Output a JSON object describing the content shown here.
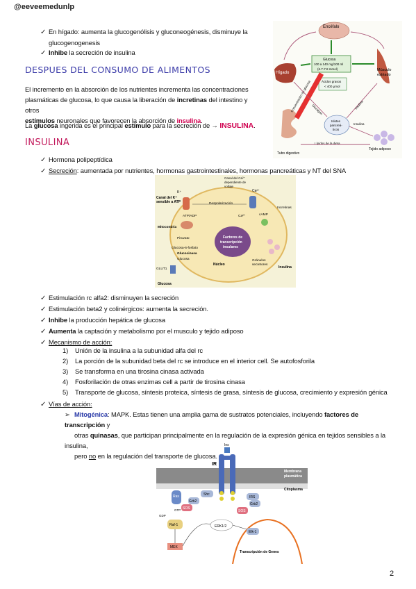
{
  "handle": "@eeveemedunlp",
  "page_number": "2",
  "top_bullets": [
    {
      "line1": "En hígado: aumenta la glucogenólisis y gluconeogénesis, disminuye la",
      "line2": "glucogenogenesis"
    },
    {
      "bold": "Inhibe",
      "rest": " la secreción de insulina"
    }
  ],
  "section1": {
    "title": "DESPUES DEL CONSUMO DE ALIMENTOS",
    "p1_l1": "El incremento en la absorción de los nutrientes incrementa las concentraciones",
    "p1_l2a": "plasmáticas de glucosa, lo que causa la liberación de ",
    "p1_l2b": "incretinas",
    "p1_l2c": " del intestino y otros",
    "p1_l3a": "estímulos",
    "p1_l3b": " neuronales que favorecen la absorción de ",
    "p1_l3c": "insulina",
    "p1_l3d": ".",
    "p2a": "La ",
    "p2b": "glucosa",
    "p2c": " ingerida es el principal ",
    "p2d": "estímulo",
    "p2e": " para la secreción de → ",
    "p2f": "INSULINA",
    "p2g": "."
  },
  "section2": {
    "title": "INSULINA",
    "b1": "Hormona polipeptídica",
    "b2_u": "Secreción",
    "b2_rest": ": aumentada por nutrientes, hormonas gastrointestinales, hormonas pancreáticas y NT del SNA"
  },
  "lower_bullets": [
    {
      "text": "Estimulación rc alfa2: disminuyen la secreción"
    },
    {
      "text": "Estimulación beta2 y colinérgicos: aumenta la secreción."
    },
    {
      "bold": "Inhibe",
      "rest": " la producción hepática de glucosa"
    },
    {
      "bold": "Aumenta",
      "rest": " la captación y metabolismo por el musculo y tejido adiposo"
    }
  ],
  "mechanism": {
    "title": "Mecanismo de acción:",
    "steps": [
      {
        "n": "1)",
        "t": "Unión de la insulina a la subunidad alfa del rc"
      },
      {
        "n": "2)",
        "t": "La porción de la subunidad beta del rc se introduce en el interior cell. Se autofosforila"
      },
      {
        "n": "3)",
        "t": "Se transforma en una tirosina cinasa activada"
      },
      {
        "n": "4)",
        "t": "Fosforilación de otras enzimas cell a partir de tirosina cinasa"
      },
      {
        "n": "5)",
        "t": "Transporte de glucosa, síntesis proteica, síntesis de grasa, síntesis de glucosa, crecimiento y expresión génica"
      }
    ]
  },
  "vias": {
    "title": "Vías de acción:",
    "mito_label": "Mitogénica",
    "mito_l1": ": MAPK. Estas tienen una amplia gama de sustratos potenciales, incluyendo ",
    "mito_l1b": "factores de transcripción",
    "mito_l1c": " y",
    "mito_l2a": "otras ",
    "mito_l2b": "quinasas",
    "mito_l2c": ", que participan principalmente en la regulación de la expresión génica en tejidos sensibles a la insulina,",
    "mito_l3a": "pero ",
    "mito_l3b": "no",
    "mito_l3c": " en la regulación del transporte de glucosa."
  },
  "fig_top": {
    "encefalo": "Encéfalo",
    "higado": "Hígado",
    "musculo": "Músculo",
    "musculo2": "estriado",
    "glucosa1": "Glucosa",
    "glucosa2": "100 a 140 mg/100 ml",
    "glucosa3": "(6.7-7.8 mmol)",
    "acidos1": "Ácidos grasos",
    "acidos2": "< 400 µmol",
    "islotes1": "Islotes",
    "islotes2": "pancreá-",
    "islotes3": "ticos",
    "tubo": "Tubo digestivo",
    "tejido": "Tejido adiposo",
    "lipidos": "Lípidos de la dieta",
    "conc": "Concentración de glucosa",
    "glucagon": "Glucagon",
    "insulina": "Insulina",
    "insulina2": "Insulina"
  },
  "fig_mid": {
    "canal_k1": "Canal del K⁺",
    "canal_k2": "sensible a ATP",
    "k": "K⁺",
    "canal_ca1": "Canal del Ca²⁺",
    "canal_ca2": "dependiente de",
    "canal_ca3": "voltaje",
    "ca": "Ca²⁺",
    "ca2": "Ca²⁺",
    "despol": "Despolarización",
    "atp": "ATP/ADP",
    "campk": "cAMP",
    "incretinas": "Incretinas",
    "mito": "Mitocondria",
    "piruvato": "Piruvato",
    "g6p": "Glucosa-6-fosfato",
    "glucocinasa": "Glucocinasa",
    "glucosa": "Glucosa",
    "glut": "GLUT1",
    "glucosa_out": "Glucosa",
    "factores1": "Factores de",
    "factores2": "transcripción",
    "factores3": "insulares",
    "nucleo": "Núcleo",
    "granulos1": "Gránulos",
    "granulos2": "secretores",
    "insulina": "Insulina"
  },
  "fig_bot": {
    "ins": "Ins",
    "ir": "IR",
    "membrana1": "Membrana",
    "membrana2": "plasmática",
    "citoplasma": "Citoplasma",
    "ras": "Ras",
    "shc": "Shc",
    "grb2a": "Grb2",
    "grb2b": "Grb2",
    "sos1": "SOS",
    "sos2": "SOS",
    "irs": "IRS",
    "gdp": "GDP",
    "gtp": "GTP",
    "raf": "Raf-1",
    "mek": "MEK",
    "erk": "ERK1/2",
    "elk": "Elk-1",
    "transcripcion": "Transcripción de Genes"
  }
}
